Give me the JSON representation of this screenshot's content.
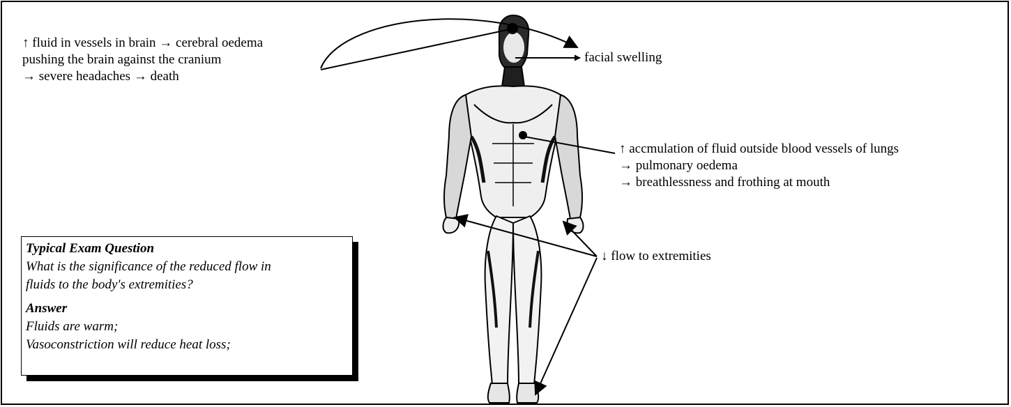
{
  "labels": {
    "brain": [
      "↑ fluid in vessels in brain → cerebral oedema",
      "pushing the brain against the cranium",
      "→ severe headaches → death"
    ],
    "face": "facial swelling",
    "lungs": [
      "↑ accmulation of fluid outside blood vessels of lungs",
      "→ pulmonary oedema",
      "→ breathlessness and frothing at mouth"
    ],
    "extremities": "↓ flow to extremities"
  },
  "exam": {
    "question_heading": "Typical Exam Question",
    "question_lines": [
      "What is the significance of the reduced flow in",
      "fluids to the body's extremities?"
    ],
    "answer_heading": "Answer",
    "answer_lines": [
      "Fluids are warm;",
      "Vasoconstriction will reduce heat loss;"
    ]
  },
  "colors": {
    "ink": "#000000",
    "skin_light": "#f4f4f4",
    "shade": "#1a1a1a"
  }
}
